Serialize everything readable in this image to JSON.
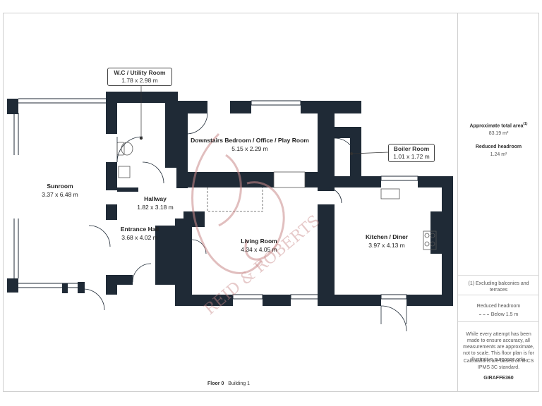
{
  "rooms": [
    {
      "name": "W.C / Utility Room",
      "dims": "1.78 x 2.98 m"
    },
    {
      "name": "Sunroom",
      "dims": "3.37 x 6.48 m"
    },
    {
      "name": "Downstairs Bedroom / Office / Play Room",
      "dims": "5.15 x 2.29 m"
    },
    {
      "name": "Boiler Room",
      "dims": "1.01 x 1.72 m"
    },
    {
      "name": "Hallway",
      "dims": "1.82 x 3.18 m"
    },
    {
      "name": "Entrance Hall",
      "dims": "3.68 x 4.02 m"
    },
    {
      "name": "Living Room",
      "dims": "4.34 x 4.05 m"
    },
    {
      "name": "Kitchen / Diner",
      "dims": "3.97 x 4.13 m"
    }
  ],
  "sidebar": {
    "area_title": "Approximate total area",
    "area_sup": "(1)",
    "area_value": "83.19 m²",
    "reduced_headroom_title": "Reduced headroom",
    "reduced_headroom_value": "1.24 m²",
    "footnote": "(1) Excluding balconies and terraces",
    "legend_title": "Reduced headroom",
    "legend_item": "Below 1.5 m",
    "disclaimer": "While every attempt has been made to ensure accuracy, all measurements are approximate, not to scale. This floor plan is for illustrative purposes only.",
    "calc_note": "Calculations are based on RICS IPMS 3C standard.",
    "brand": "GIRAFFE360"
  },
  "footer": {
    "floor": "Floor 0",
    "building": "Building 1"
  },
  "colors": {
    "wall": "#1f2a36",
    "watermark": "#c98a8a"
  }
}
